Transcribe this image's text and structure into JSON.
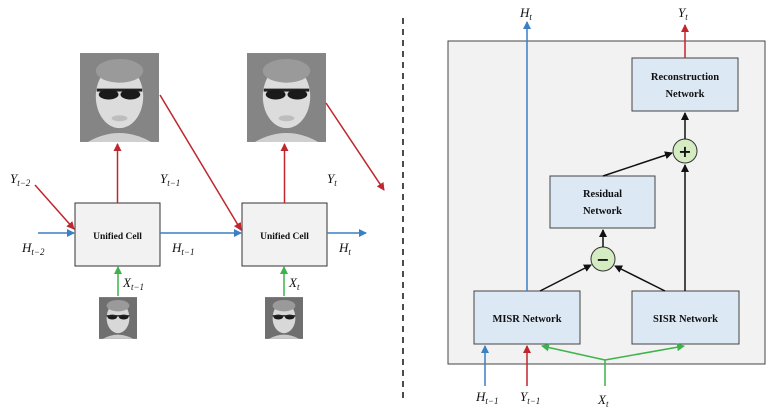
{
  "left": {
    "cells": [
      {
        "label": "Unified Cell"
      },
      {
        "label": "Unified Cell"
      }
    ],
    "vars": {
      "y_tm2": {
        "base": "Y",
        "sub": "t−2"
      },
      "y_tm1": {
        "base": "Y",
        "sub": "t−1"
      },
      "y_t": {
        "base": "Y",
        "sub": "t"
      },
      "h_tm2": {
        "base": "H",
        "sub": "t−2"
      },
      "h_tm1": {
        "base": "H",
        "sub": "t−1"
      },
      "h_t": {
        "base": "H",
        "sub": "t"
      },
      "x_tm1": {
        "base": "X",
        "sub": "t−1"
      },
      "x_t": {
        "base": "X",
        "sub": "t"
      }
    }
  },
  "right": {
    "boxes": {
      "reconstruction": {
        "line1": "Reconstruction",
        "line2": "Network"
      },
      "residual": {
        "line1": "Residual",
        "line2": "Network"
      },
      "misr": {
        "label": "MISR Network"
      },
      "sisr": {
        "label": "SISR Network"
      }
    },
    "ops": {
      "plus": "+",
      "minus": "−"
    },
    "vars": {
      "h_t_out": {
        "base": "H",
        "sub": "t"
      },
      "y_t_out": {
        "base": "Y",
        "sub": "t"
      },
      "h_tm1_in": {
        "base": "H",
        "sub": "t−1"
      },
      "y_tm1_in": {
        "base": "Y",
        "sub": "t−1"
      },
      "x_t_in": {
        "base": "X",
        "sub": "t"
      }
    }
  },
  "colors": {
    "hidden": "#3b7fc4",
    "output": "#c0262d",
    "input": "#3cb44b",
    "box_fill": "#f2f2f2",
    "net_fill": "#dce9f5",
    "op_fill": "#d5ecc2",
    "panel_fill": "#f2f2f2"
  },
  "icons": [
    "thermal-face-image-large",
    "thermal-face-image-small"
  ]
}
